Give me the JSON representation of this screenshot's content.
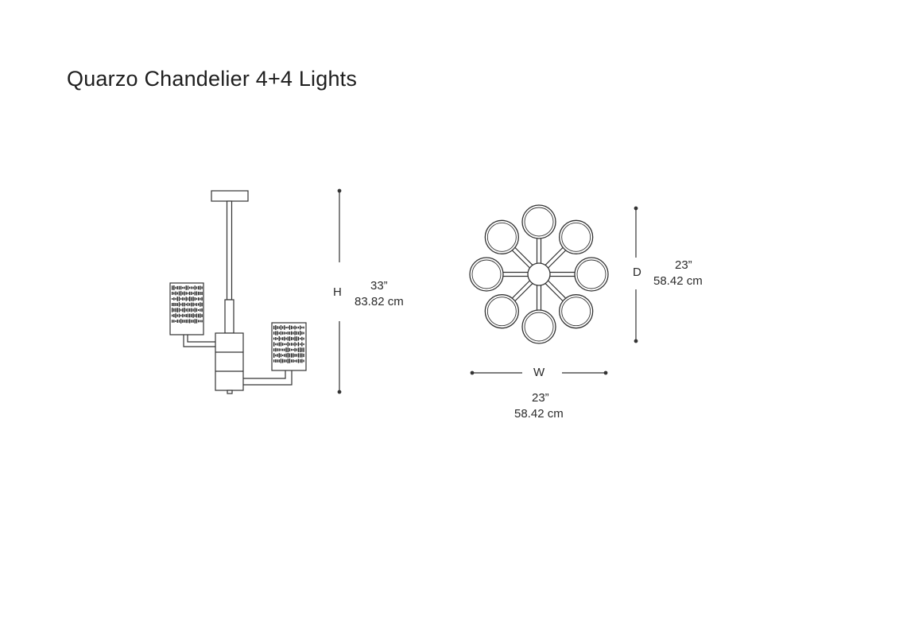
{
  "title": "Quarzo Chandelier 4+4 Lights",
  "side_view": {
    "height_letter": "H",
    "height_in": "33”",
    "height_cm": "83.82 cm"
  },
  "top_view": {
    "depth_letter": "D",
    "depth_in": "23”",
    "depth_cm": "58.42 cm",
    "width_letter": "W",
    "width_in": "23”",
    "width_cm": "58.42 cm",
    "arm_count": 8
  },
  "colors": {
    "line": "#333333",
    "ink": "#111111"
  }
}
